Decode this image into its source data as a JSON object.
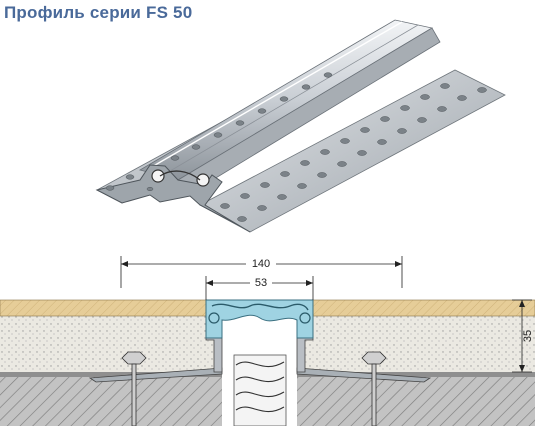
{
  "title": "Профиль серии FS 50",
  "dimensions": {
    "total_width": "140",
    "joint_width": "53",
    "height": "35"
  },
  "colors": {
    "title": "#4a6a9a",
    "tile": "#e8cf9c",
    "mortar": "#e7e5dd",
    "concrete": "#bdbdbd",
    "profile_metal": "#b9bec4",
    "insert": "#9fd3e2",
    "foam": "#f2f2f2"
  }
}
